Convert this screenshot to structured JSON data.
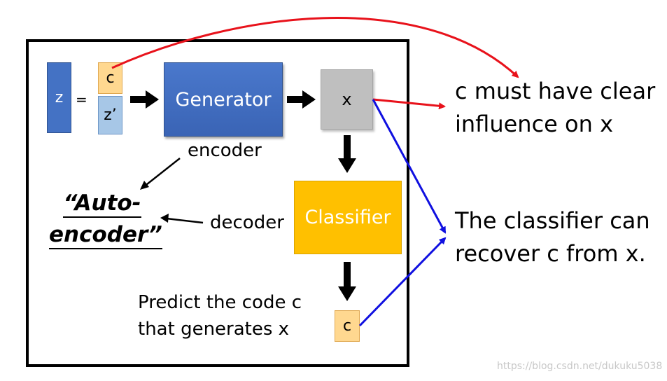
{
  "diagram": {
    "z_label": "z",
    "equals": "=",
    "c_label": "c",
    "z_prime_label": "z’",
    "generator_label": "Generator",
    "x_label": "x",
    "classifier_label": "Classifier",
    "c_out_label": "c",
    "encoder_label": "encoder",
    "decoder_label": "decoder",
    "autoencoder_line1": "“Auto-",
    "autoencoder_line2": "encoder”",
    "predict_line1": "Predict the code c",
    "predict_line2": "that generates x"
  },
  "annotations": {
    "clear_influence_line1": "c must have clear",
    "clear_influence_line2": "influence on x",
    "recover_line1": "The classifier can",
    "recover_line2": "recover c from x."
  },
  "watermark": "https://blog.csdn.net/dukuku5038",
  "colors": {
    "z_box": "#4472c4",
    "c_box": "#ffd890",
    "z_prime_box": "#a7c7e7",
    "generator": "#4472c4",
    "x_box": "#bfbfbf",
    "classifier": "#ffc000",
    "red_arrow": "#e8121b",
    "blue_arrow": "#1010e0"
  }
}
